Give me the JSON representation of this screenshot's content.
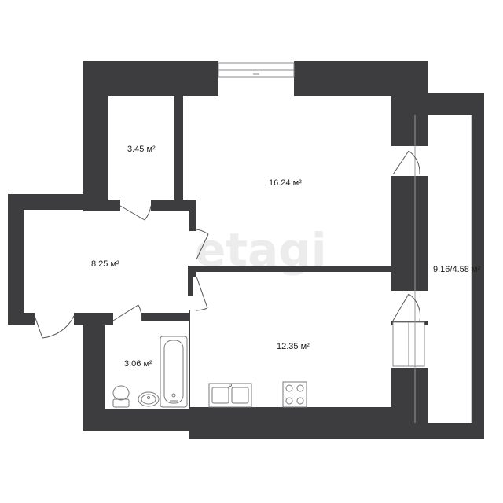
{
  "watermark": "etagi",
  "rooms": [
    {
      "id": "storage",
      "area": "3.45 м²"
    },
    {
      "id": "living-room",
      "area": "16.24 м²"
    },
    {
      "id": "hallway",
      "area": "8.25 м²"
    },
    {
      "id": "kitchen",
      "area": "12.35 м²"
    },
    {
      "id": "bathroom",
      "area": "3.06 м²"
    },
    {
      "id": "balcony",
      "area": "9.16/4.58 м²"
    }
  ],
  "colors": {
    "wall": "#3d3d3f",
    "floor": "#ffffff",
    "fixture": "#7a7a7a"
  },
  "icons": [
    "bathtub-icon",
    "toilet-icon",
    "washbasin-icon",
    "sink-icon",
    "stove-icon",
    "window-icon",
    "door-icon"
  ]
}
